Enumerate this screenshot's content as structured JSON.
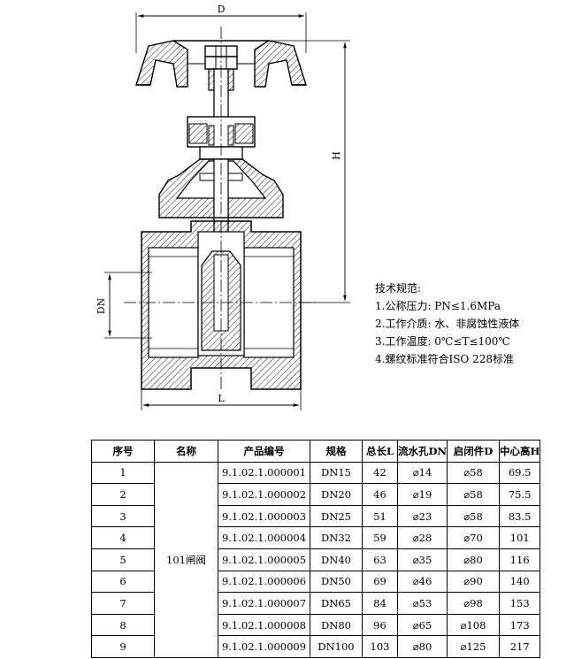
{
  "drawing": {
    "dim_D": "D",
    "dim_H": "H",
    "dim_DN": "DN",
    "dim_L": "L"
  },
  "tech": {
    "title": "技术规范:",
    "lines": [
      "1.公称压力: PN≤1.6MPa",
      "2.工作介质: 水、非腐蚀性液体",
      "3.工作温度: 0℃≤T≤100℃",
      "4.螺纹标准符合ISO 228标准"
    ]
  },
  "table": {
    "headers": [
      "序号",
      "名称",
      "产品编号",
      "规格",
      "总长L",
      "流水孔DN",
      "启闭件D",
      "中心高H"
    ],
    "name_merged": "101闸阀",
    "rows": [
      {
        "no": "1",
        "code": "9.1.02.1.000001",
        "spec": "DN15",
        "L": "42",
        "dn": "⌀14",
        "d": "⌀58",
        "h": "69.5"
      },
      {
        "no": "2",
        "code": "9.1.02.1.000002",
        "spec": "DN20",
        "L": "46",
        "dn": "⌀19",
        "d": "⌀58",
        "h": "75.5"
      },
      {
        "no": "3",
        "code": "9.1.02.1.000003",
        "spec": "DN25",
        "L": "51",
        "dn": "⌀23",
        "d": "⌀58",
        "h": "83.5"
      },
      {
        "no": "4",
        "code": "9.1.02.1.000004",
        "spec": "DN32",
        "L": "59",
        "dn": "⌀28",
        "d": "⌀70",
        "h": "101"
      },
      {
        "no": "5",
        "code": "9.1.02.1.000005",
        "spec": "DN40",
        "L": "63",
        "dn": "⌀35",
        "d": "⌀80",
        "h": "116"
      },
      {
        "no": "6",
        "code": "9.1.02.1.000006",
        "spec": "DN50",
        "L": "69",
        "dn": "⌀46",
        "d": "⌀90",
        "h": "140"
      },
      {
        "no": "7",
        "code": "9.1.02.1.000007",
        "spec": "DN65",
        "L": "84",
        "dn": "⌀53",
        "d": "⌀98",
        "h": "153"
      },
      {
        "no": "8",
        "code": "9.1.02.1.000008",
        "spec": "DN80",
        "L": "96",
        "dn": "⌀65",
        "d": "⌀108",
        "h": "173"
      },
      {
        "no": "9",
        "code": "9.1.02.1.000009",
        "spec": "DN100",
        "L": "103",
        "dn": "⌀80",
        "d": "⌀125",
        "h": "217"
      }
    ]
  }
}
